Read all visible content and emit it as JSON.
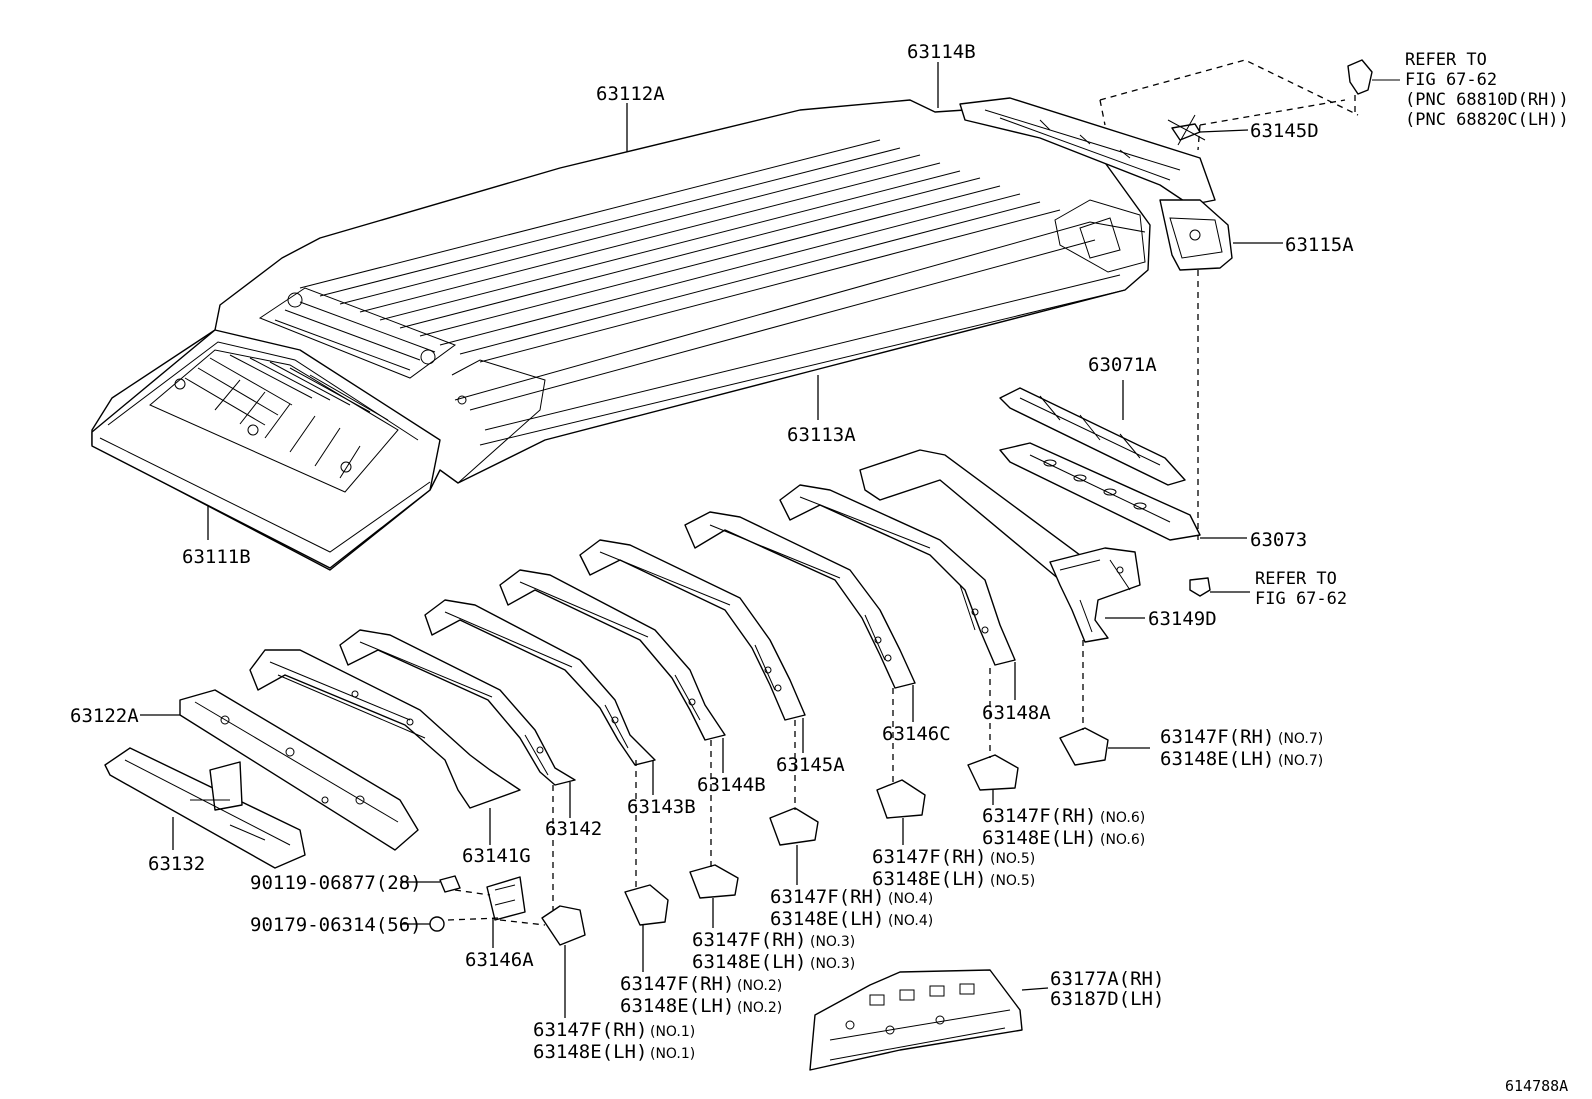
{
  "labels": {
    "roof_front": "63111B",
    "roof_panel": "63112A",
    "roof_rear": "63113A",
    "roof_inner_rear": "63114B",
    "rear_header": "63115A",
    "clip_63145D": "63145D",
    "panel_63071A": "63071A",
    "panel_63073": "63073",
    "bracket_63149D": "63149D",
    "front_header_63122A": "63122A",
    "front_header_63132": "63132",
    "bow_63141G": "63141G",
    "bow_63142": "63142",
    "bow_63143B": "63143B",
    "bow_63144B": "63144B",
    "bow_63145A": "63145A",
    "bow_63146C": "63146C",
    "bow_63148A": "63148A",
    "bracket_63146A": "63146A",
    "bolt_90119": "90119-06877(28)",
    "nut_90179": "90179-06314(56)",
    "side_rail_rh": "63177A(RH)",
    "side_rail_lh": "63187D(LH)",
    "diagram_id": "614788A"
  },
  "refer_top": {
    "line1": "REFER TO",
    "line2": "FIG 67-62",
    "line3": "(PNC 68810D(RH))",
    "line4": "(PNC 68820C(LH))"
  },
  "refer_right": {
    "line1": "REFER TO",
    "line2": "FIG 67-62"
  },
  "brackets": [
    {
      "rh": "63147F(RH)",
      "lh": "63148E(LH)",
      "no": "(NO.1)"
    },
    {
      "rh": "63147F(RH)",
      "lh": "63148E(LH)",
      "no": "(NO.2)"
    },
    {
      "rh": "63147F(RH)",
      "lh": "63148E(LH)",
      "no": "(NO.3)"
    },
    {
      "rh": "63147F(RH)",
      "lh": "63148E(LH)",
      "no": "(NO.4)"
    },
    {
      "rh": "63147F(RH)",
      "lh": "63148E(LH)",
      "no": "(NO.5)"
    },
    {
      "rh": "63147F(RH)",
      "lh": "63148E(LH)",
      "no": "(NO.6)"
    },
    {
      "rh": "63147F(RH)",
      "lh": "63148E(LH)",
      "no": "(NO.7)"
    }
  ]
}
